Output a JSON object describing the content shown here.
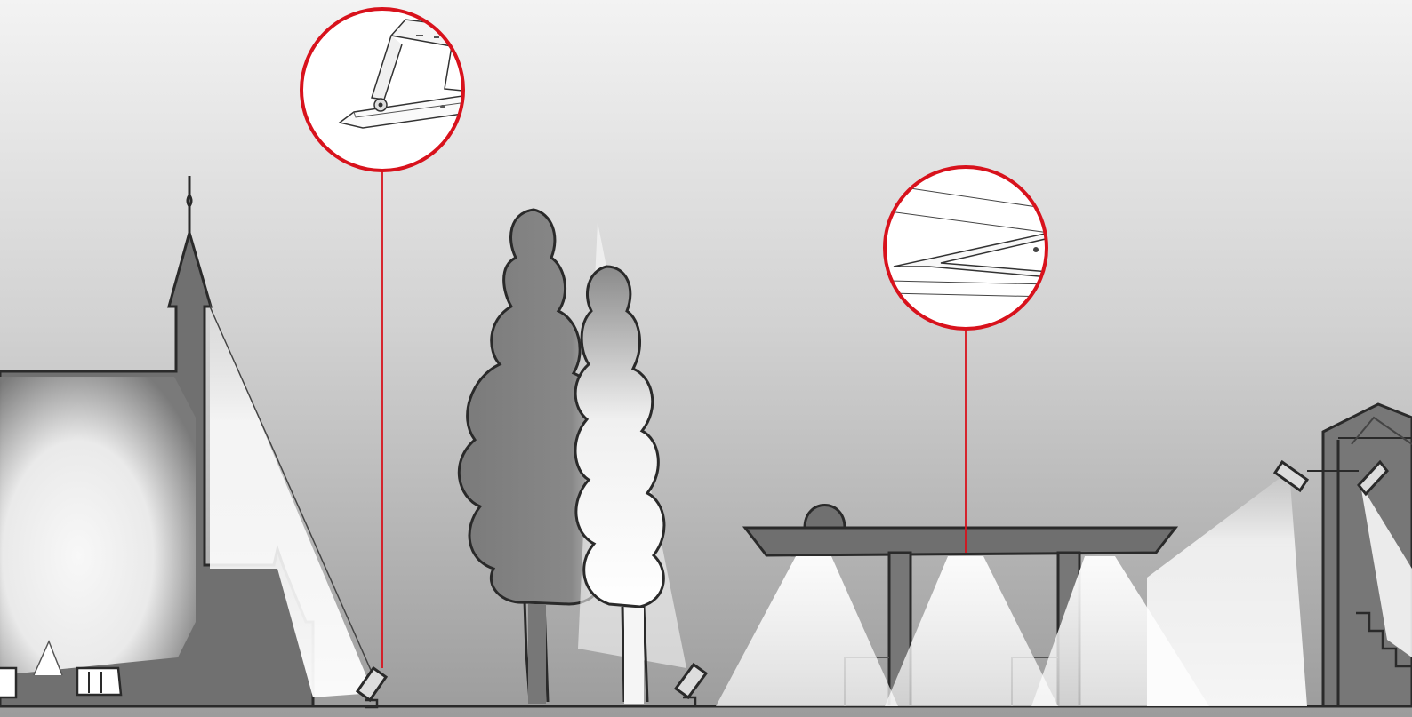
{
  "illustration": {
    "kind": "outdoor-lighting-sketch",
    "elements": [
      "church-silhouette",
      "ground-floodlight-left",
      "cypress-tree-dark",
      "cypress-tree-lit",
      "ground-floodlight-middle",
      "canopy-structure",
      "canopy-downlights",
      "building-right",
      "wall-floodlights-right",
      "callout-floodlight-detail",
      "callout-linear-light-detail"
    ]
  },
  "colors": {
    "sky_top": "#f2f2f2",
    "sky_bottom": "#9a9a9a",
    "silhouette": "#6f6f6f",
    "outline": "#2a2a2a",
    "light_beam": "#ffffff",
    "callout_ring": "#d8121c",
    "callout_line": "#d8121c"
  },
  "callouts": [
    {
      "name": "floodlight-detail",
      "icon": "floodlight-fixture-icon"
    },
    {
      "name": "linear-light-detail",
      "icon": "linear-profile-light-icon"
    }
  ]
}
